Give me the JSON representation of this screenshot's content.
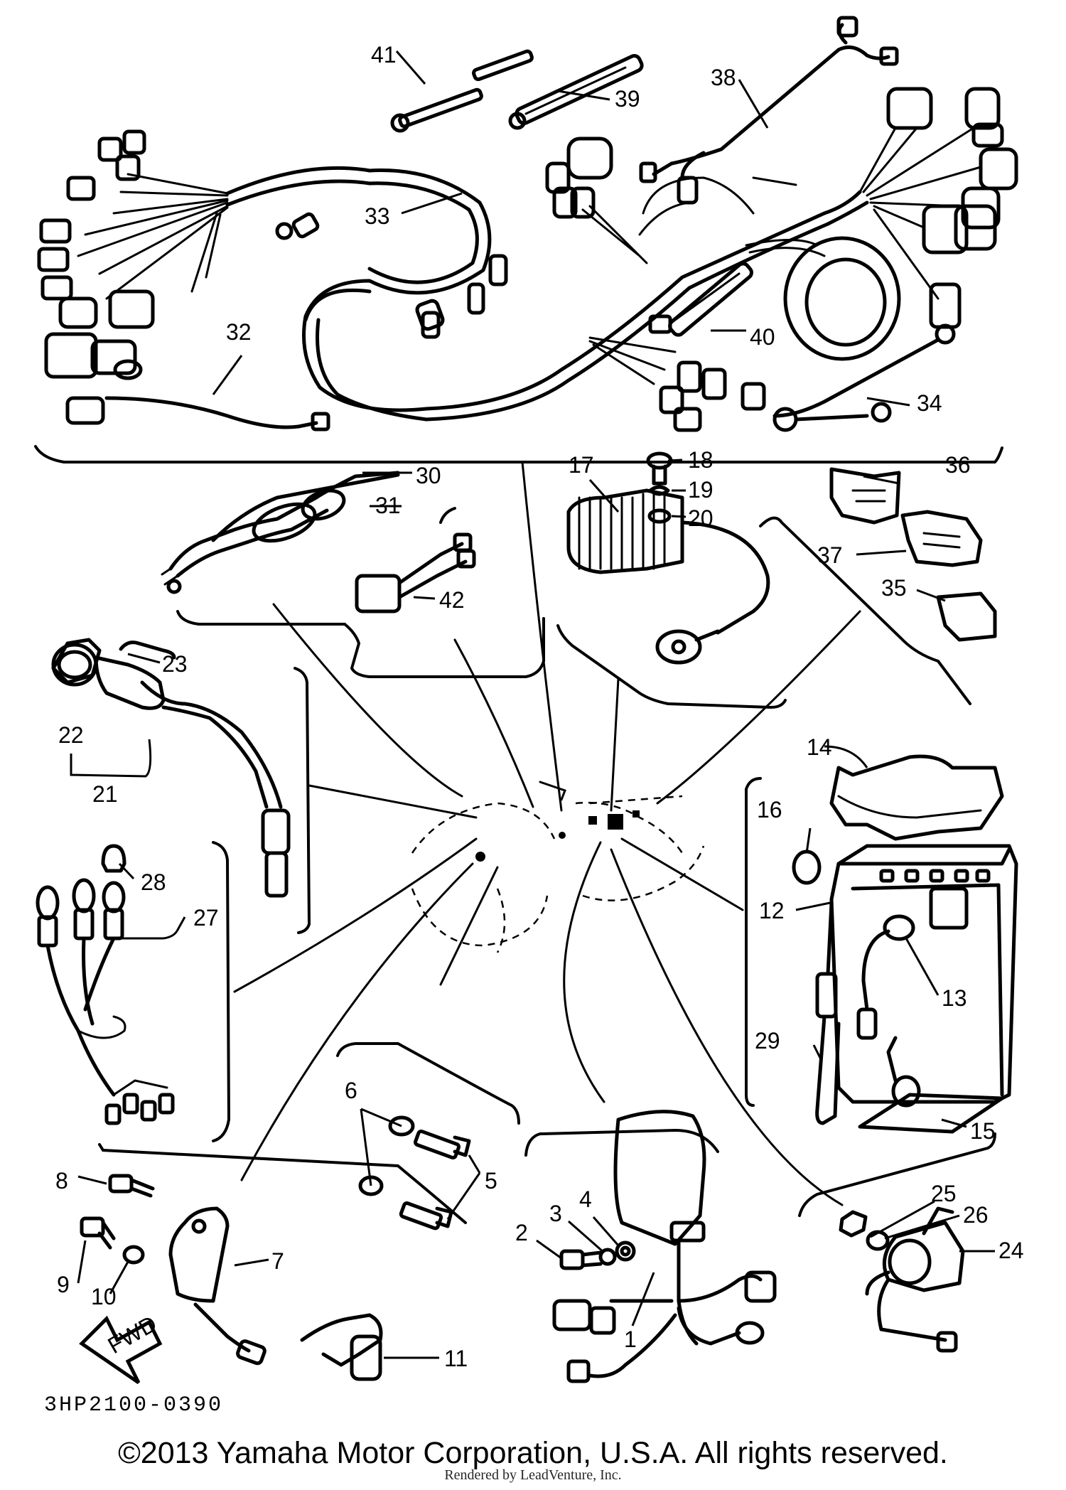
{
  "diagram_code": "3HP2100-0390",
  "copyright": "©2013 Yamaha Motor Corporation, U.S.A. All rights reserved.",
  "render_credit": "Rendered by LeadVenture, Inc.",
  "arrow_label": "FWD",
  "callouts": {
    "c1": "1",
    "c2": "2",
    "c3": "3",
    "c4": "4",
    "c5": "5",
    "c6": "6",
    "c7": "7",
    "c8": "8",
    "c9": "9",
    "c10": "10",
    "c11": "11",
    "c12": "12",
    "c13": "13",
    "c14": "14",
    "c15": "15",
    "c16": "16",
    "c17": "17",
    "c18": "18",
    "c19": "19",
    "c20": "20",
    "c21": "21",
    "c22": "22",
    "c23": "23",
    "c24": "24",
    "c25": "25",
    "c26": "26",
    "c27": "27",
    "c28": "28",
    "c29": "29",
    "c30": "30",
    "c31": "31",
    "c32": "32",
    "c33": "33",
    "c34": "34",
    "c35": "35",
    "c36": "36",
    "c37": "37",
    "c38": "38",
    "c39": "39",
    "c40": "40",
    "c41": "41",
    "c42": "42"
  }
}
